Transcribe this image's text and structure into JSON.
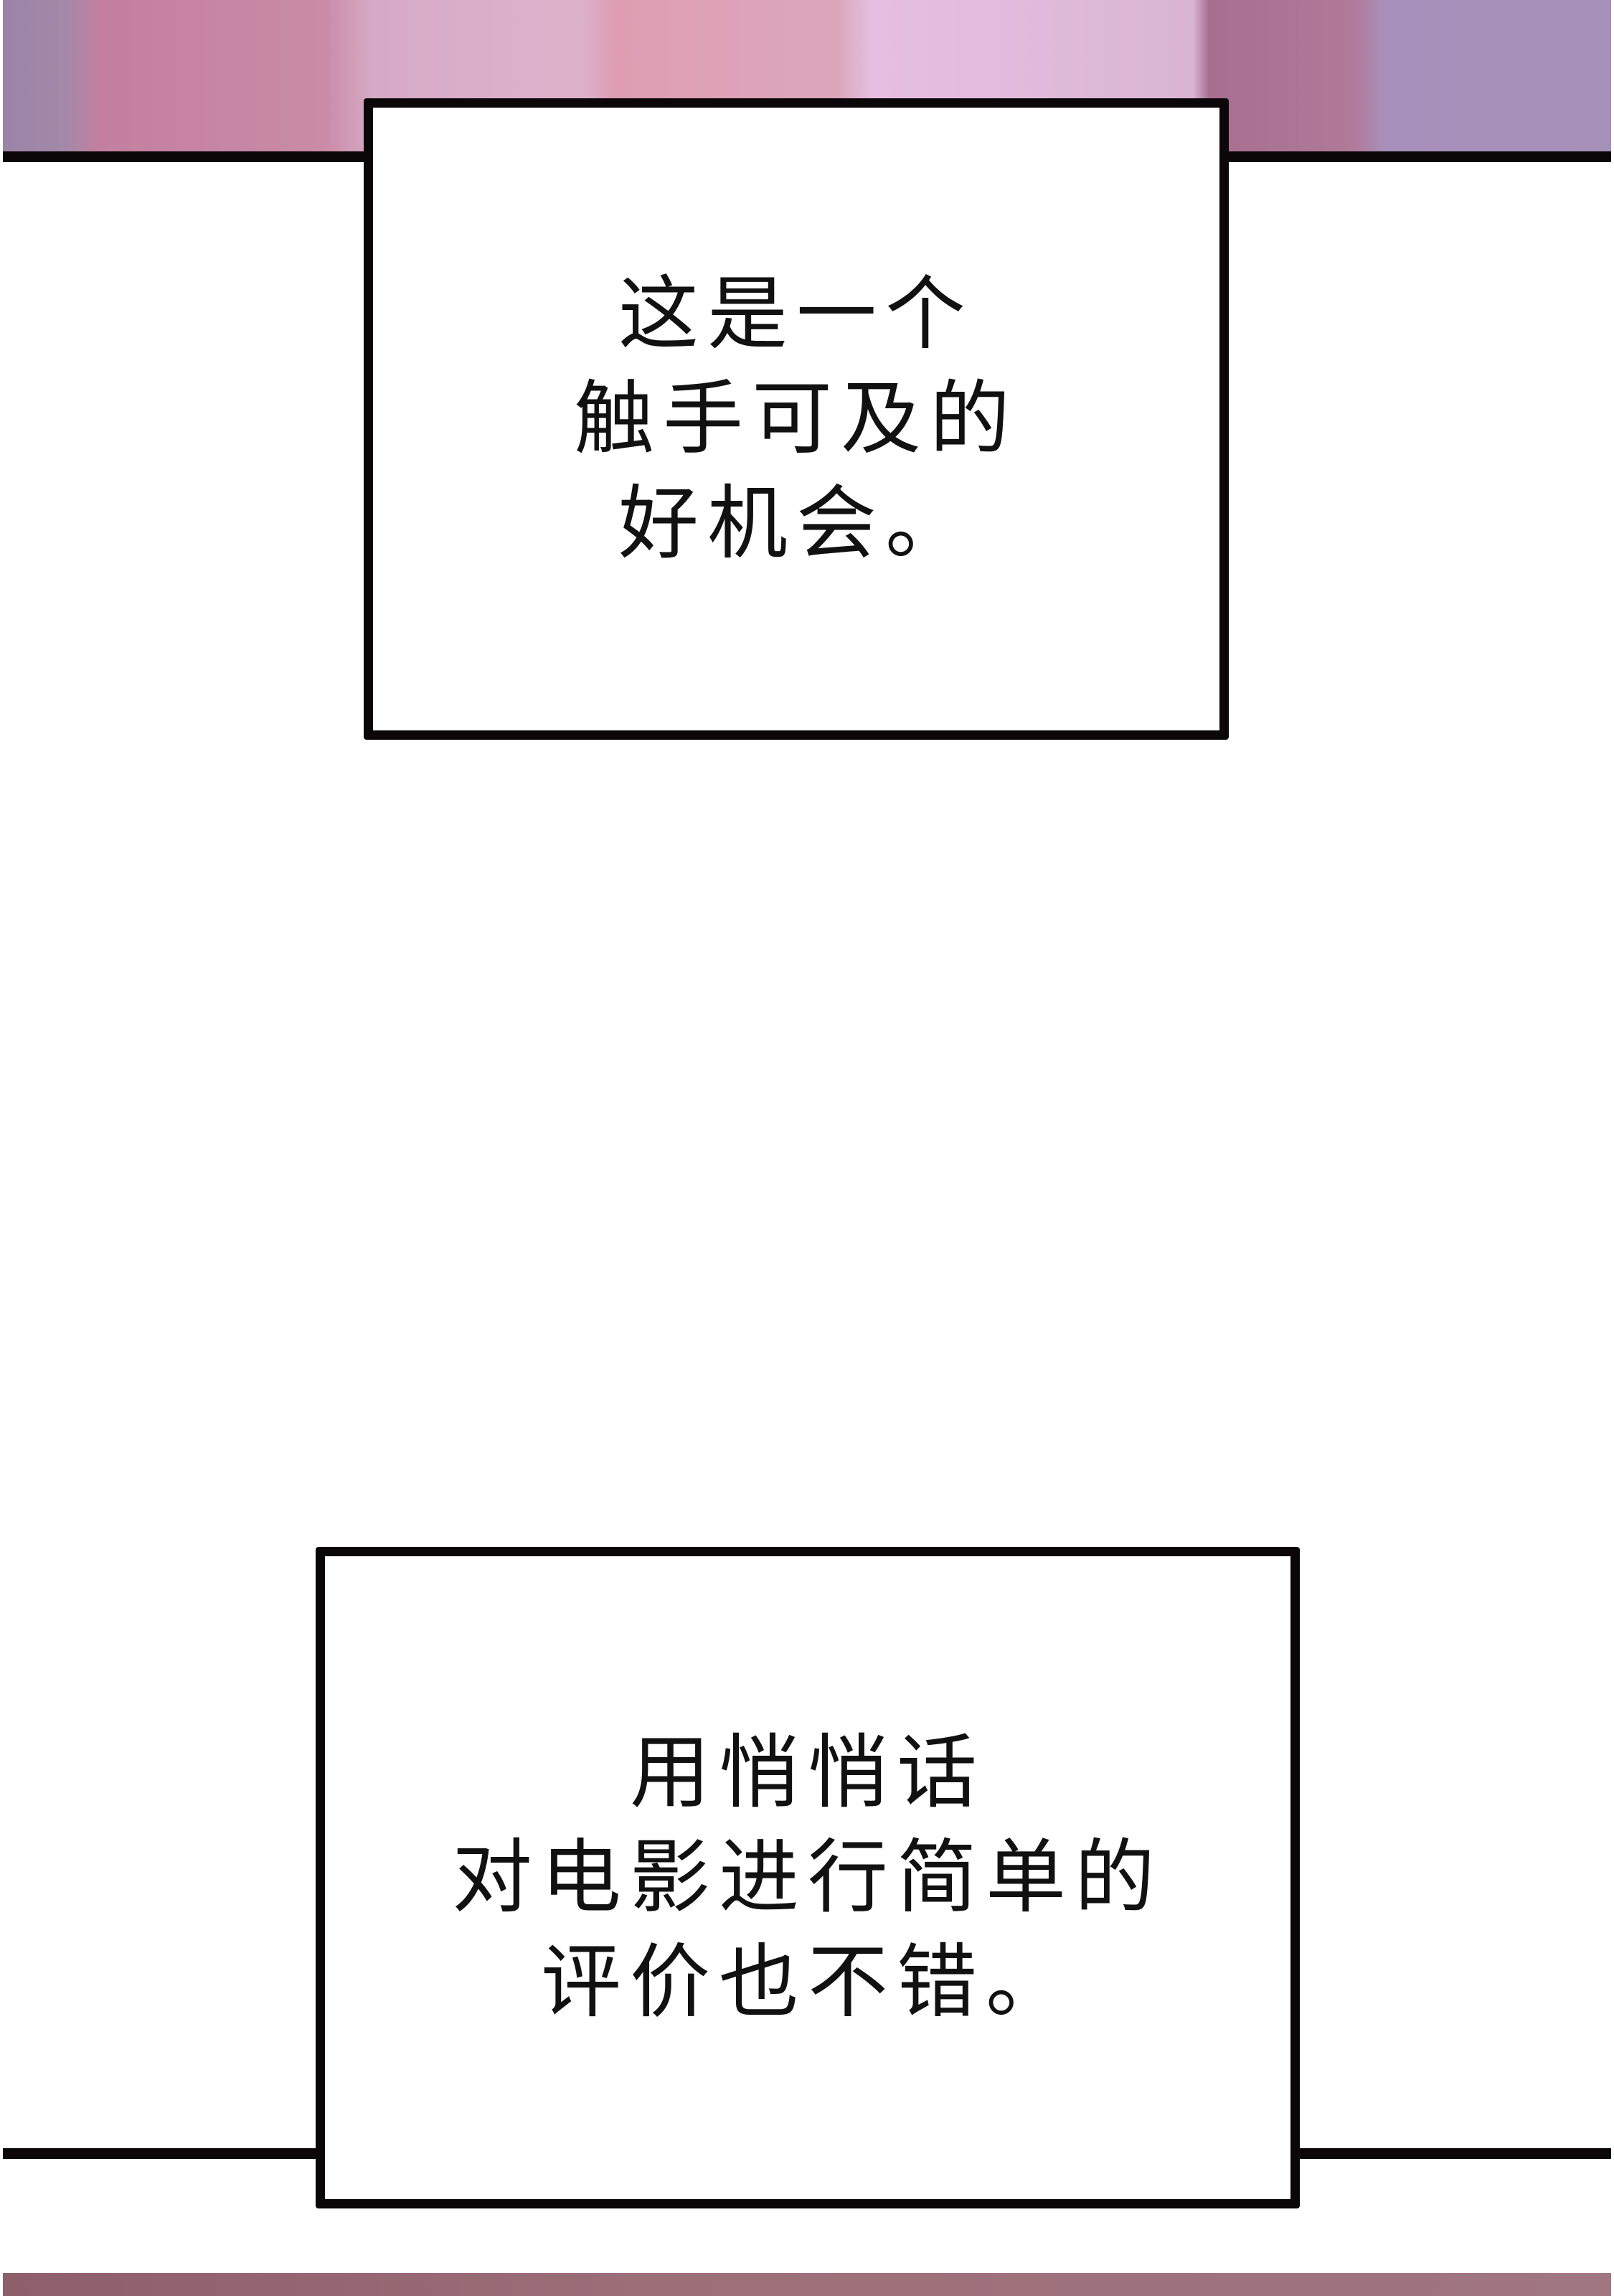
{
  "panels": {
    "caption_1": {
      "lines": [
        "这是一个",
        "触手可及的",
        "好机会。"
      ]
    },
    "caption_2": {
      "lines": [
        "用悄悄话",
        "对电影进行简单的",
        "评价也不错。"
      ]
    }
  },
  "colors": {
    "border": "#0b0608",
    "background": "#ffffff",
    "art_bottom": "#9c6e78"
  }
}
